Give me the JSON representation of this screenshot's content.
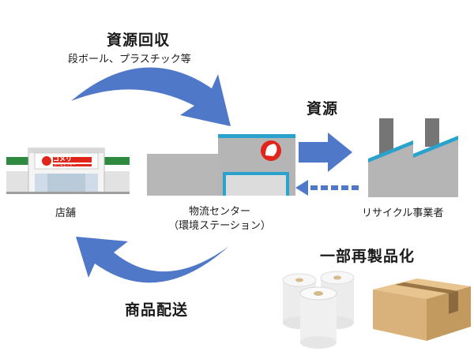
{
  "labels": {
    "collect_title": "資源回収",
    "collect_sub": "段ボール、プラスチック等",
    "resource": "資源",
    "store": "店舗",
    "center_line1": "物流センター",
    "center_line2": "（環境ステーション）",
    "recycler": "リサイクル事業者",
    "reproduce": "一部再製品化",
    "delivery": "商品配送",
    "brand_logo_text": "コメリ",
    "brand_logo_sub": "ホームセンター"
  },
  "colors": {
    "arrow_blue": "#4f78c8",
    "accent_cyan": "#2aa3cc",
    "building_gray": "#b5b5b5",
    "dark_gray": "#757575",
    "brand_red": "#e0261a",
    "store_green": "#2e8a3e",
    "box_tan": "#d8b27a"
  },
  "icons": {
    "store": "store-icon",
    "center": "logistics-center-icon",
    "recycler": "factory-icon",
    "paper_rolls": "paper-rolls-icon",
    "box": "cardboard-box-icon"
  }
}
